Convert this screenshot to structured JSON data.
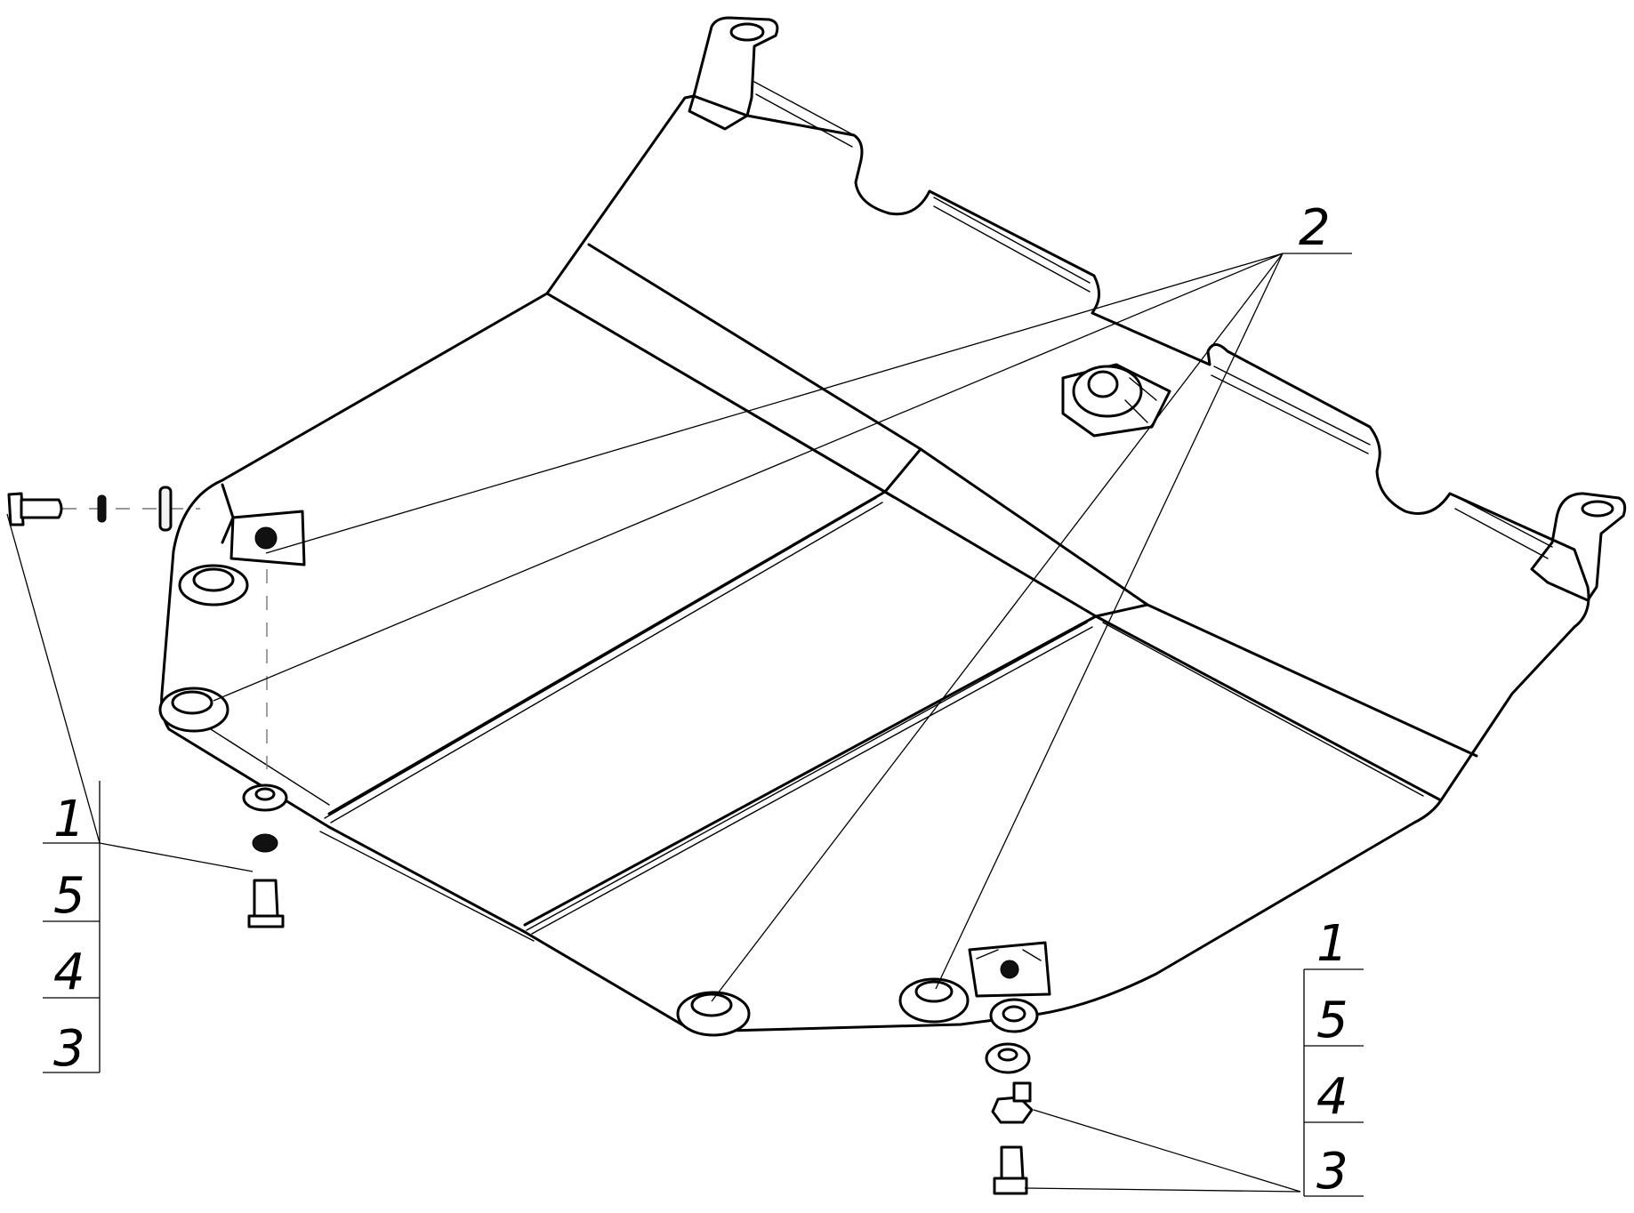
{
  "callouts": {
    "left": [
      "1",
      "5",
      "4",
      "3"
    ],
    "right": [
      "1",
      "5",
      "4",
      "3"
    ],
    "top": "2"
  }
}
